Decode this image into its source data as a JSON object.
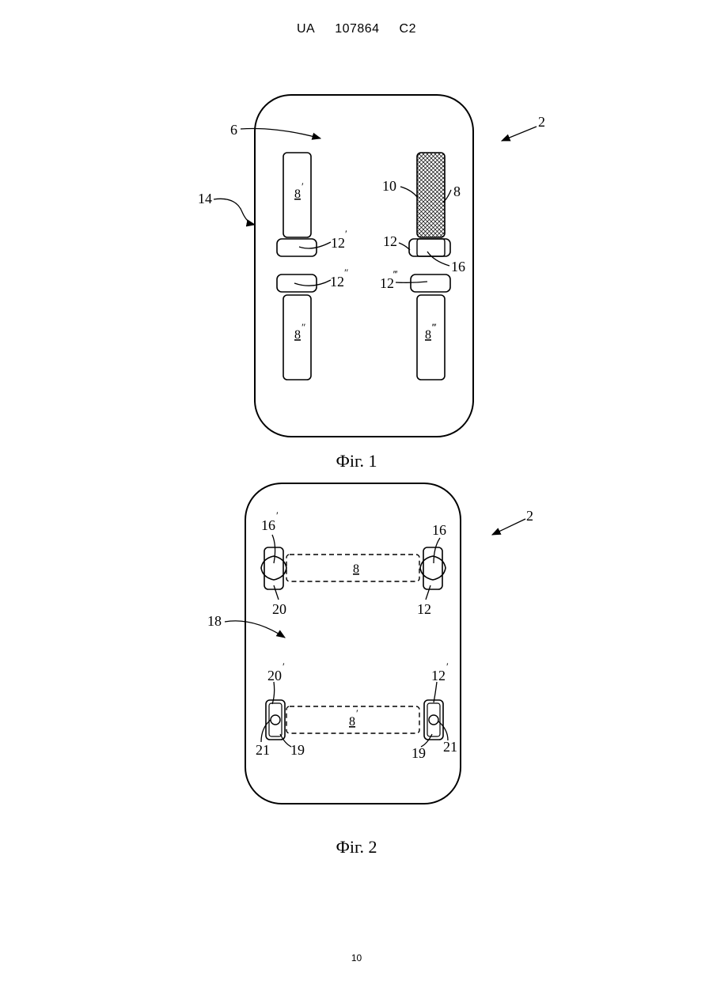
{
  "header": {
    "country": "UA",
    "number": "107864",
    "kind": "C2"
  },
  "figures": [
    {
      "caption": "Фіг. 1",
      "labels": {
        "ref_2": "2",
        "ref_6": "6",
        "ref_14": "14",
        "ref_10": "10",
        "ref_8": "8",
        "ref_8p": "8",
        "ref_8pp": "8",
        "ref_8ppp": "8",
        "ref_12": "12",
        "ref_12p": "12",
        "ref_12pp": "12",
        "ref_12ppp": "12",
        "ref_16": "16"
      }
    },
    {
      "caption": "Фіг. 2",
      "labels": {
        "ref_2": "2",
        "ref_18": "18",
        "ref_16": "16",
        "ref_16p": "16",
        "ref_8": "8",
        "ref_8p": "8",
        "ref_20": "20",
        "ref_20p": "20",
        "ref_12": "12",
        "ref_12p": "12",
        "ref_21_left": "21",
        "ref_19_left": "19",
        "ref_19_right": "19",
        "ref_21_right": "21"
      }
    }
  ],
  "page_number": "10"
}
